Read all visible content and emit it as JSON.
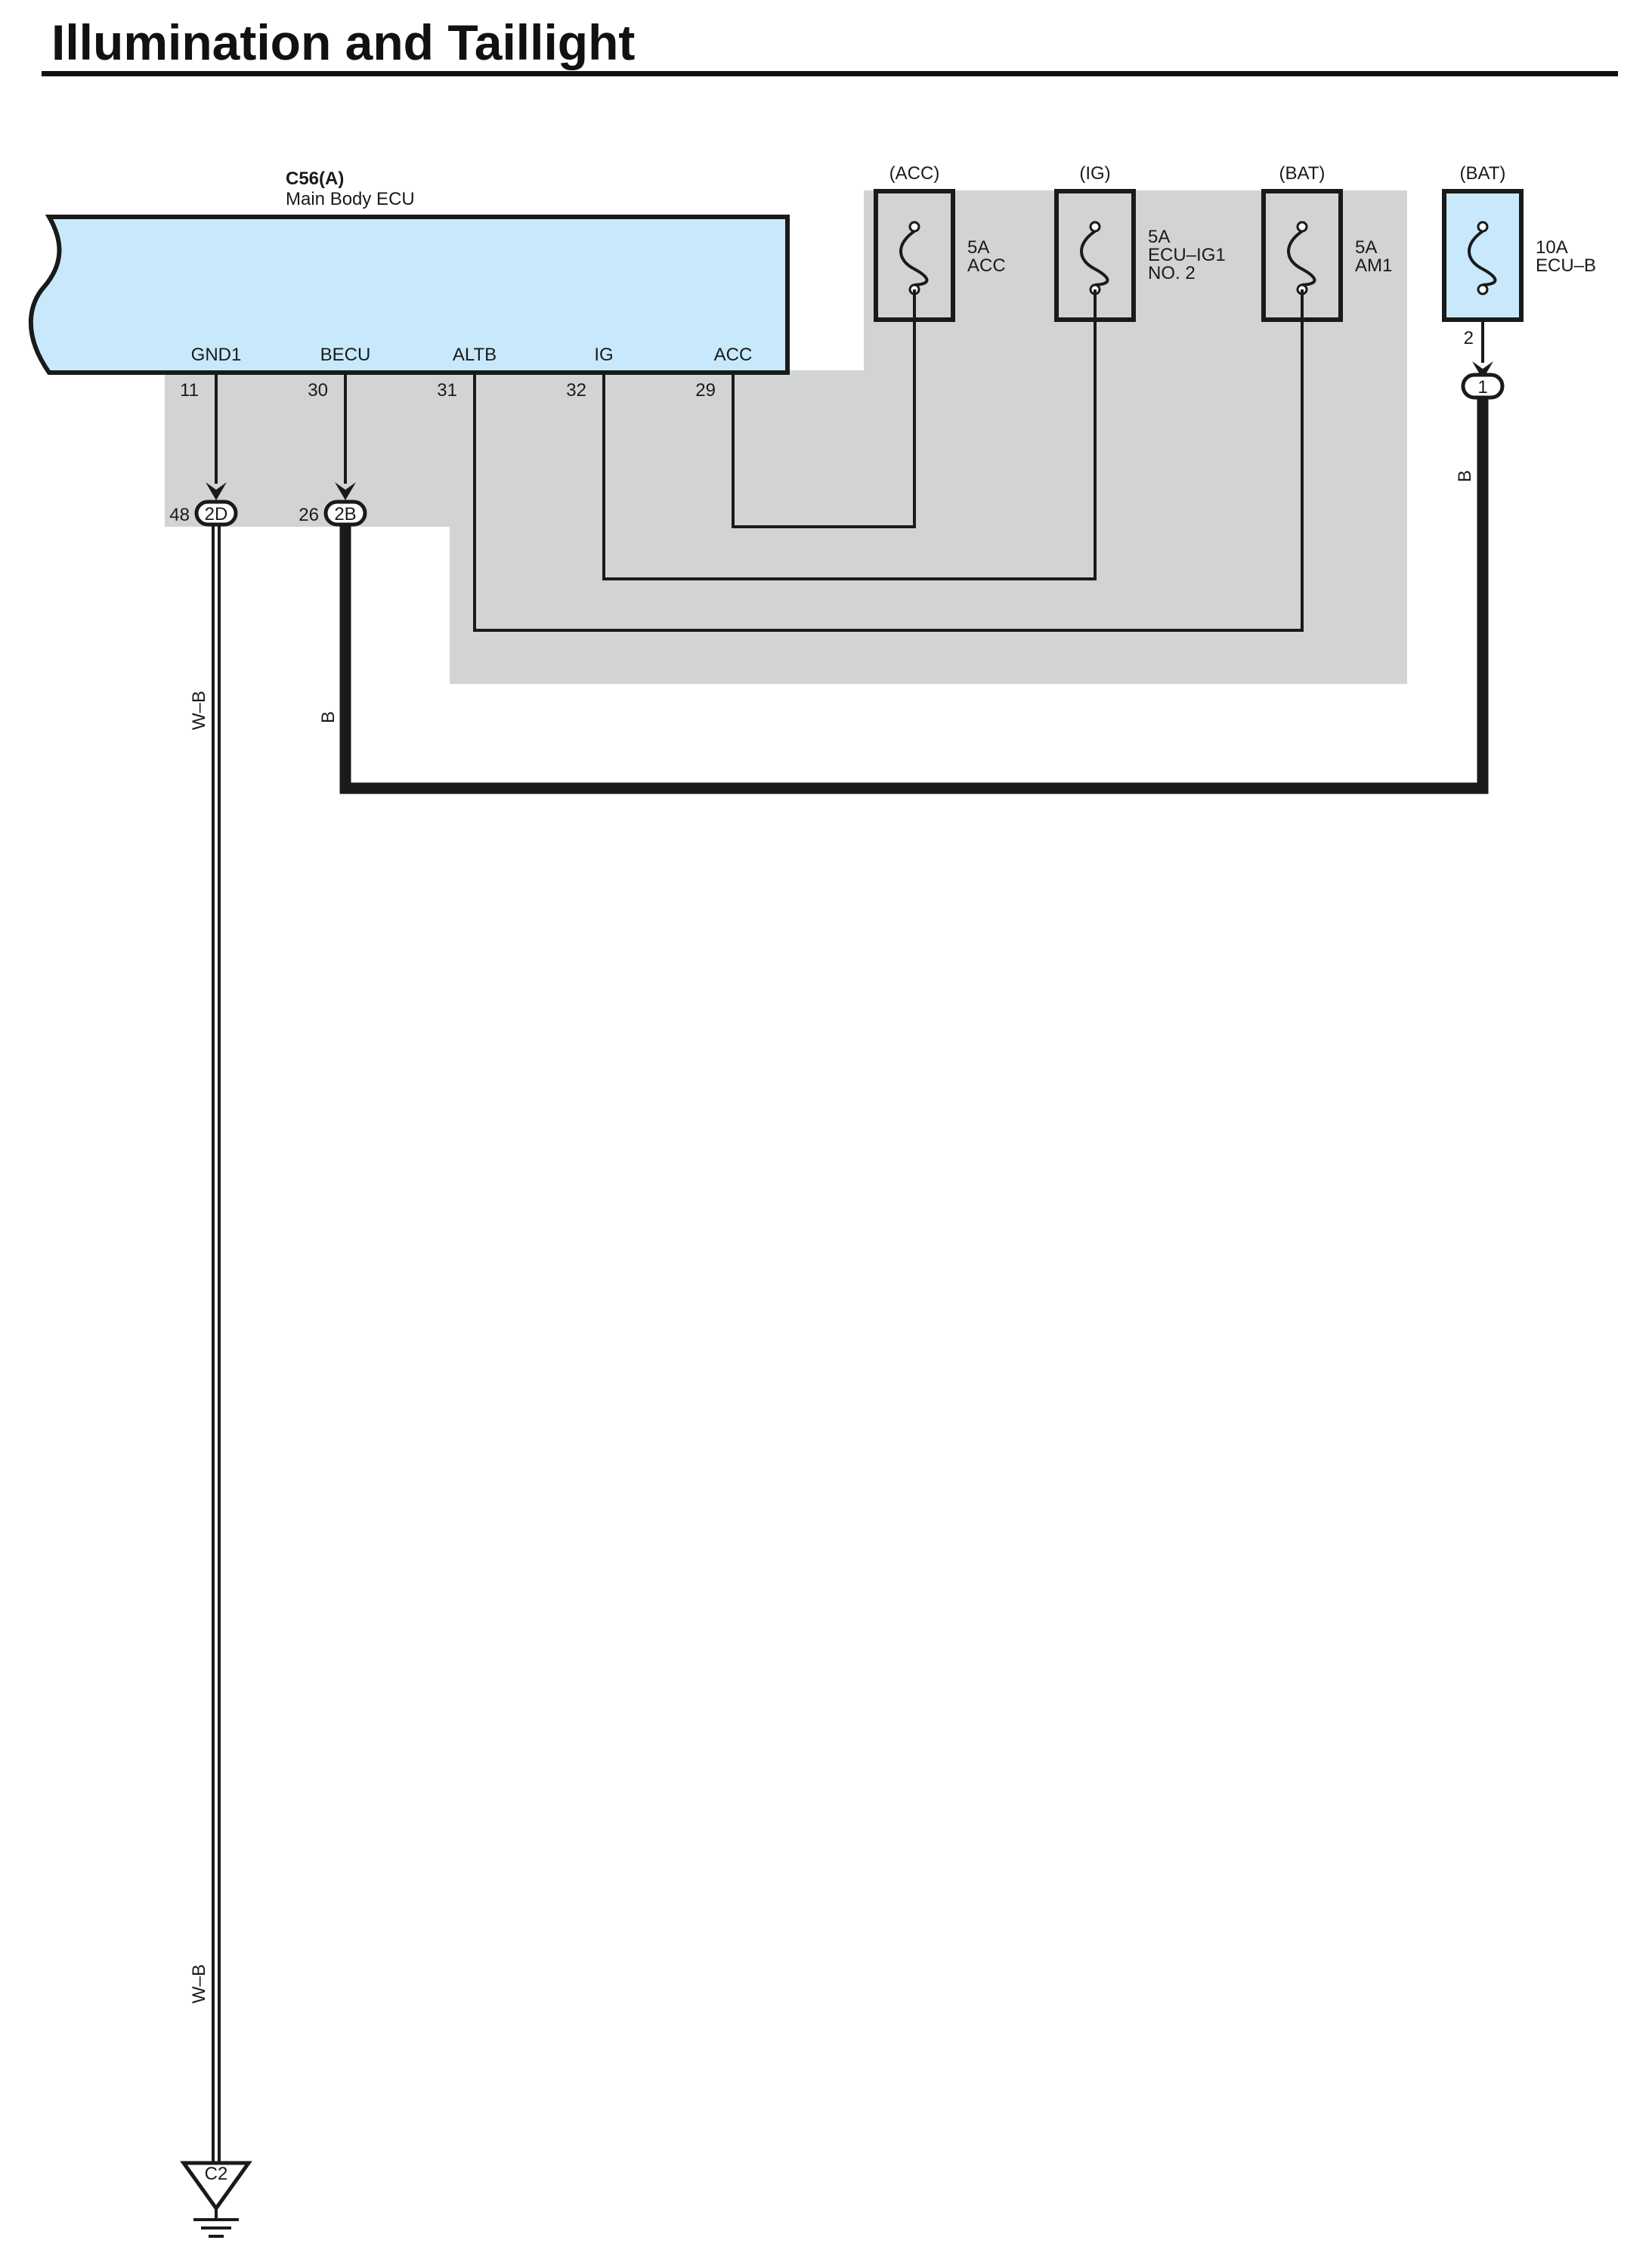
{
  "title": "Illumination and Taillight",
  "ecu": {
    "connector": "C56(A)",
    "name": "Main Body ECU",
    "pins": [
      {
        "label": "GND1",
        "number": "11"
      },
      {
        "label": "BECU",
        "number": "30"
      },
      {
        "label": "ALTB",
        "number": "31"
      },
      {
        "label": "IG",
        "number": "32"
      },
      {
        "label": "ACC",
        "number": "29"
      }
    ]
  },
  "fuses": [
    {
      "source": "(ACC)",
      "rating": "5A",
      "name_lines": [
        "ACC"
      ]
    },
    {
      "source": "(IG)",
      "rating": "5A",
      "name_lines": [
        "ECU–IG1",
        "NO. 2"
      ]
    },
    {
      "source": "(BAT)",
      "rating": "5A",
      "name_lines": [
        "AM1"
      ]
    },
    {
      "source": "(BAT)",
      "rating": "10A",
      "name_lines": [
        "ECU–B"
      ],
      "pin": "2",
      "junction": "1"
    }
  ],
  "junctions": [
    {
      "pin": "48",
      "id": "2D"
    },
    {
      "pin": "26",
      "id": "2B"
    }
  ],
  "wires": {
    "gnd_color_top": "W–B",
    "gnd_color_bottom": "W–B",
    "becu_color": "B",
    "ecub_color": "B"
  },
  "ground": {
    "id": "C2"
  },
  "colors": {
    "ecu_fill": "#c7e9fb",
    "shade": "#d1d3d4",
    "wire": "#1a1a1a"
  }
}
